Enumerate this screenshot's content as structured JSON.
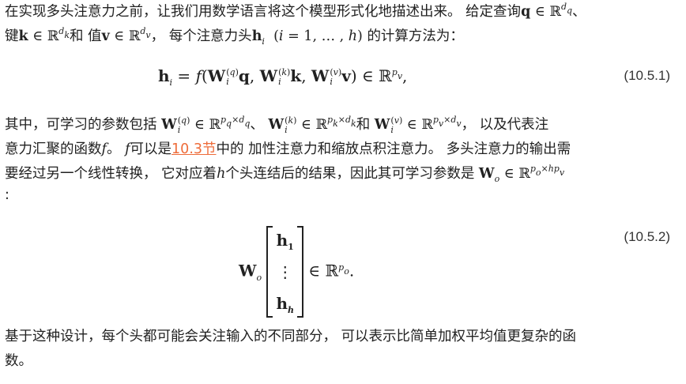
{
  "para1": {
    "l1_a": "在实现多头注意力之前，让我们用数学语言将这个模型形式化地描述出来。 给定查询",
    "l1_b": "、",
    "l2_a": "键",
    "l2_b": "和 值",
    "l2_c": "， 每个注意力头",
    "l2_d": "的计算方法为："
  },
  "eq1": {
    "number": "(10.5.1)"
  },
  "para2": {
    "l1_a": "其中，可学习的参数包括",
    "l1_b": "、",
    "l1_c": "和",
    "l1_d": "， 以及代表注",
    "l2_a": "意力汇聚的函数",
    "l2_b": "可以是",
    "l2_link": "10.3节",
    "l2_c": "中的 加性注意力和缩放点积注意力。 多头注意力的输出需",
    "l3_a": "要经过另一个线性转换， 它对应着",
    "l3_b": "个头连结后的结果，因此其可学习参数是",
    "l4": ":"
  },
  "eq2": {
    "number": "(10.5.2)"
  },
  "para3": {
    "l1": "基于这种设计，每个头都可能会关注输入的不同部分， 可以表示比简单加权平均值更复杂的函",
    "l2": "数。"
  }
}
